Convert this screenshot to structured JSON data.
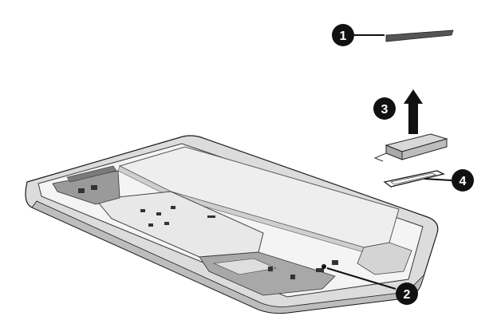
{
  "callouts": [
    {
      "id": "1",
      "label": "1"
    },
    {
      "id": "2",
      "label": "2"
    },
    {
      "id": "3",
      "label": "3"
    },
    {
      "id": "4",
      "label": "4"
    }
  ],
  "colors": {
    "line": "#1a1a1a",
    "frame": "#c9c9c9",
    "frame_light": "#e6e6e6",
    "battery": "#eeeeee",
    "board": "#8a8a8a",
    "callout_fill": "#111111",
    "callout_text": "#ffffff"
  }
}
